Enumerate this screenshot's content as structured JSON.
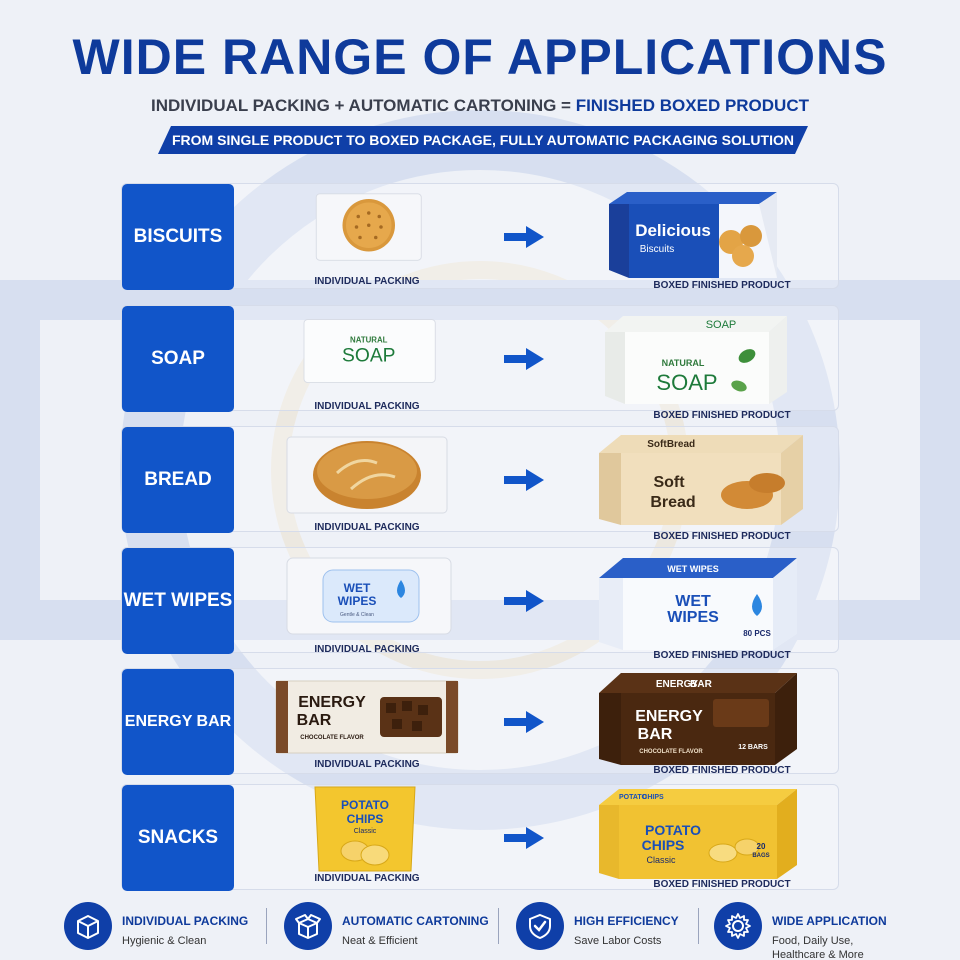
{
  "header": {
    "title": "WIDE RANGE OF APPLICATIONS",
    "subtitle_part1": "INDIVIDUAL PACKING + AUTOMATIC CARTONING = ",
    "subtitle_part2": "FINISHED BOXED PRODUCT",
    "banner": "FROM SINGLE PRODUCT TO BOXED PACKAGE, FULLY AUTOMATIC PACKAGING SOLUTION"
  },
  "rows": [
    {
      "category": "BISCUITS",
      "pack_label": "INDIVIDUAL PACKING",
      "box_label": "BOXED FINISHED PRODUCT",
      "box_text1": "Delicious",
      "box_text2": "Biscuits"
    },
    {
      "category": "SOAP",
      "pack_label": "INDIVIDUAL PACKING",
      "box_label": "BOXED FINISHED PRODUCT",
      "pack_text1": "NATURAL",
      "pack_text2": "SOAP",
      "box_text1": "NATURAL",
      "box_text2": "SOAP",
      "box_top": "SOAP"
    },
    {
      "category": "BREAD",
      "pack_label": "INDIVIDUAL PACKING",
      "box_label": "BOXED FINISHED PRODUCT",
      "box_text1": "Soft",
      "box_text2": "Bread",
      "box_top1": "Soft",
      "box_top2": "Bread"
    },
    {
      "category": "WET WIPES",
      "pack_label": "INDIVIDUAL PACKING",
      "box_label": "BOXED FINISHED PRODUCT",
      "pack_text1": "WET",
      "pack_text2": "WIPES",
      "pack_text3": "Gentle & Clean",
      "box_text1": "WET",
      "box_text2": "WIPES",
      "box_count": "80 PCS",
      "box_top": "WET WIPES"
    },
    {
      "category": "ENERGY BAR",
      "pack_label": "INDIVIDUAL PACKING",
      "box_label": "BOXED FINISHED PRODUCT",
      "pack_text1": "ENERGY",
      "pack_text2": "BAR",
      "pack_text3": "CHOCOLATE FLAVOR",
      "box_text1": "ENERGY",
      "box_text2": "BAR",
      "box_text3": "CHOCOLATE FLAVOR",
      "box_count": "12 BARS",
      "box_top1": "ENERGY",
      "box_top2": "BAR"
    },
    {
      "category": "SNACKS",
      "pack_label": "INDIVIDUAL PACKING",
      "box_label": "BOXED FINISHED PRODUCT",
      "pack_text1": "POTATO",
      "pack_text2": "CHIPS",
      "pack_text3": "Classic",
      "box_text1": "POTATO",
      "box_text2": "CHIPS",
      "box_text3": "Classic",
      "box_count1": "20",
      "box_count2": "BAGS",
      "box_top1": "POTATO",
      "box_top2": "CHIPS"
    }
  ],
  "features": [
    {
      "title": "INDIVIDUAL PACKING",
      "sub": "Hygienic & Clean",
      "icon": "box-icon"
    },
    {
      "title": "AUTOMATIC CARTONING",
      "sub": "Neat & Efficient",
      "icon": "open-box-icon"
    },
    {
      "title": "HIGH EFFICIENCY",
      "sub": "Save Labor Costs",
      "icon": "shield-check-icon"
    },
    {
      "title": "WIDE APPLICATION",
      "sub": "Food, Daily Use,",
      "sub2": "Healthcare & More",
      "icon": "gear-icon"
    }
  ],
  "colors": {
    "primary": "#0f3fa8",
    "category_bg": "#1155c9",
    "title": "#0e3a9b"
  }
}
